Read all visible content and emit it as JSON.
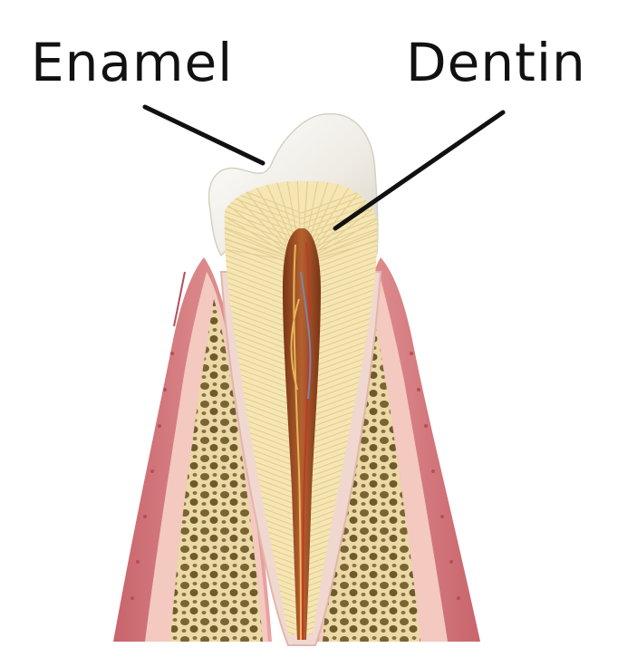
{
  "diagram": {
    "labels": {
      "enamel": "Enamel",
      "dentin": "Dentin"
    },
    "icons": {
      "tooth": "tooth-cross-section-illustration"
    },
    "colors": {
      "enamel": "#eeebe3",
      "dentin": "#f5e6b4",
      "dentin_tubule": "#e2cf92",
      "pulp": "#9a4a26",
      "pulp_vessel_red": "#c0392b",
      "pulp_vessel_yellow": "#e6b65a",
      "pulp_vessel_blue": "#7b86a8",
      "cementum": "#f0d8d0",
      "ligament": "#f3c9c0",
      "bone": "#ead9a6",
      "bone_pore": "#7a6432",
      "gum": "#d98a8a",
      "gum_dark": "#c96a6e",
      "leader": "#111111"
    }
  }
}
